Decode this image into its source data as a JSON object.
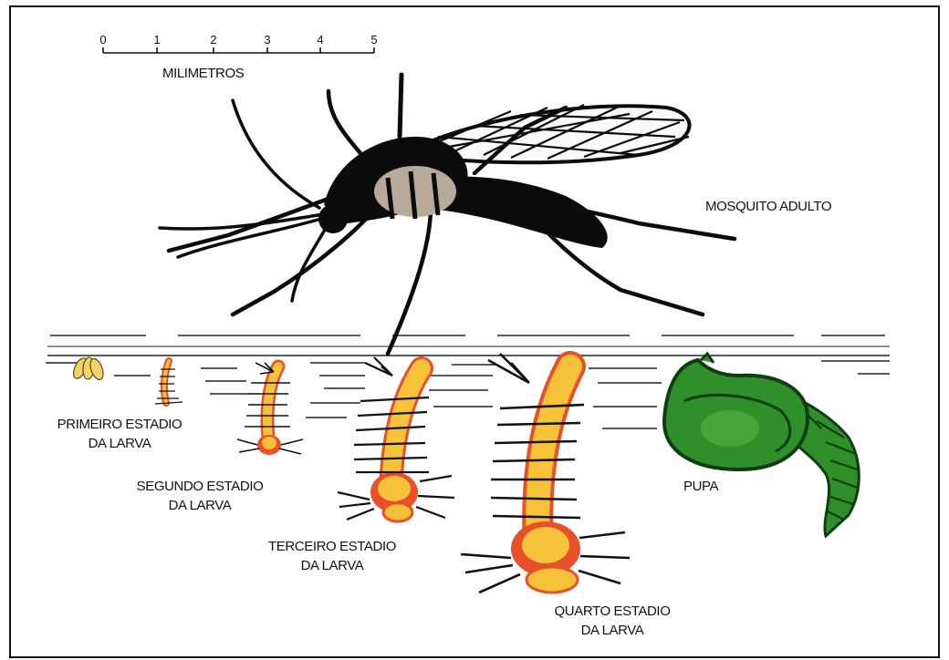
{
  "scale": {
    "ticks": [
      "0",
      "1",
      "2",
      "3",
      "4",
      "5"
    ],
    "unit_label": "MILIMETROS"
  },
  "labels": {
    "adult": "MOSQUITO ADULTO",
    "first": "PRIMEIRO ESTADIO\nDA LARVA",
    "second": "SEGUNDO ESTADIO\nDA LARVA",
    "third": "TERCEIRO ESTADIO\nDA LARVA",
    "fourth": "QUARTO ESTADIO\nDA LARVA",
    "pupa": "PUPA"
  },
  "colors": {
    "body": "#0b0b0b",
    "abdomen_band": "#b8aa9a",
    "larva_yellow": "#f6c23a",
    "larva_red": "#e8502a",
    "pupa_green": "#2f8f2a",
    "pupa_dark": "#0f3d12",
    "egg": "#f2d36a"
  }
}
